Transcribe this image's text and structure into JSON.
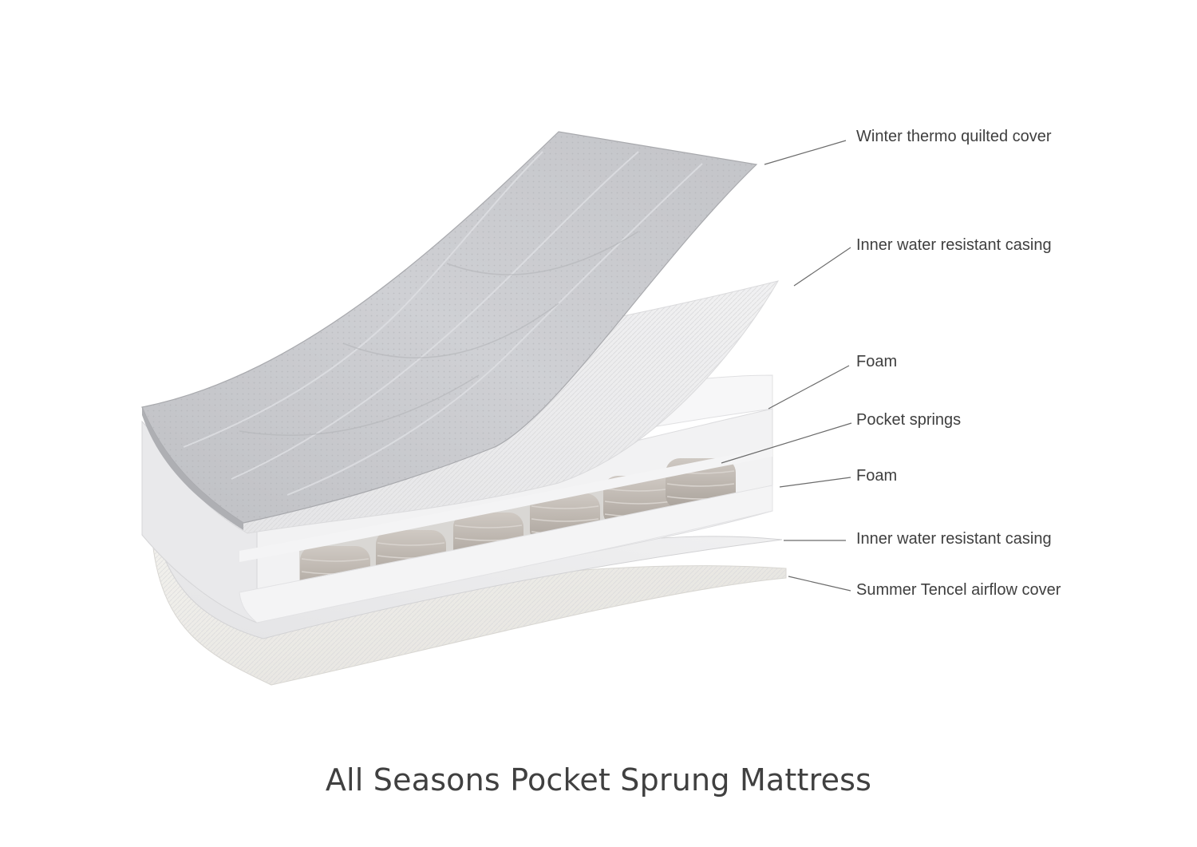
{
  "callouts": [
    {
      "label": "Winter thermo quilted cover"
    },
    {
      "label": "Inner water resistant casing"
    },
    {
      "label": "Foam"
    },
    {
      "label": "Pocket springs"
    },
    {
      "label": "Foam"
    },
    {
      "label": "Inner water resistant casing"
    },
    {
      "label": "Summer Tencel airflow cover"
    }
  ],
  "caption": "All Seasons Pocket Sprung Mattress",
  "colors": {
    "text": "#404040",
    "leader": "#6b6b6b",
    "quilted_cover": "#c9cace",
    "foam": "#f2f2f3",
    "spring": "#b9b2ab",
    "summer_cover": "#eceae6"
  }
}
